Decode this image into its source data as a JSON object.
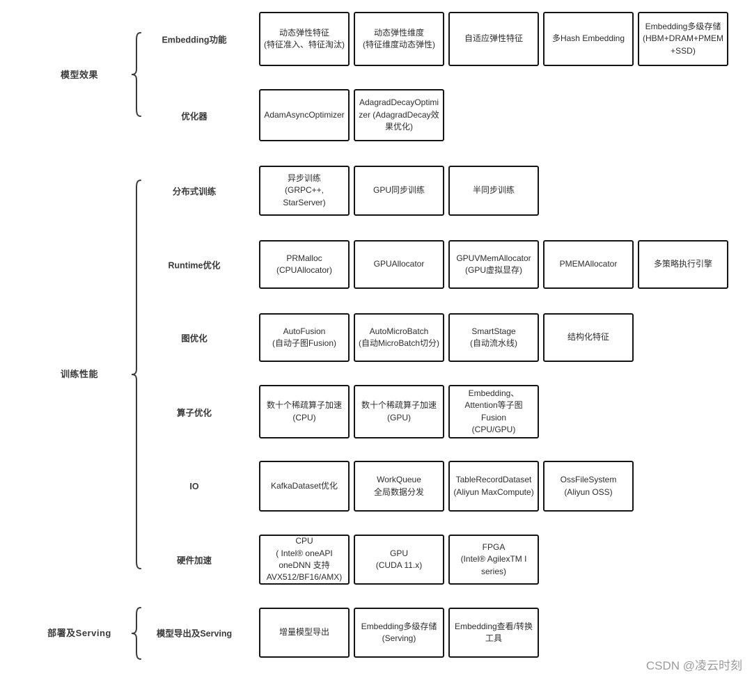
{
  "watermark": "CSDN @凌云时刻",
  "colors": {
    "background": "#ffffff",
    "box_border": "#141414",
    "label_text": "#3a3a3a",
    "box_text": "#2e2e2e",
    "watermark_text": "#9c9c9c"
  },
  "groups": [
    {
      "label": "模型效果",
      "rows": [
        {
          "label": "Embedding功能",
          "boxes": [
            "动态弹性特征\n(特征准入、特征淘汰)",
            "动态弹性维度\n(特征维度动态弹性)",
            "自适应弹性特征",
            "多Hash Embedding",
            "Embedding多级存储\n(HBM+DRAM+PMEM\n+SSD)"
          ]
        },
        {
          "label": "优化器",
          "boxes": [
            "AdamAsyncOptimizer",
            "AdagradDecayOptimizer (AdagradDecay效果优化)"
          ]
        }
      ]
    },
    {
      "label": "训练性能",
      "rows": [
        {
          "label": "分布式训练",
          "boxes": [
            "异步训练\n(GRPC++,\nStarServer)",
            "GPU同步训练",
            "半同步训练"
          ]
        },
        {
          "label": "Runtime优化",
          "boxes": [
            "PRMalloc\n(CPUAllocator)",
            "GPUAllocator",
            "GPUVMemAllocator\n(GPU虚拟显存)",
            "PMEMAllocator",
            "多策略执行引擎"
          ]
        },
        {
          "label": "图优化",
          "boxes": [
            "AutoFusion\n(自动子图Fusion)",
            "AutoMicroBatch\n(自动MicroBatch切分)",
            "SmartStage\n(自动流水线)",
            "结构化特征"
          ]
        },
        {
          "label": "算子优化",
          "boxes": [
            "数十个稀疏算子加速\n(CPU)",
            "数十个稀疏算子加速\n(GPU)",
            "Embedding、\nAttention等子图\nFusion\n(CPU/GPU)"
          ]
        },
        {
          "label": "IO",
          "boxes": [
            "KafkaDataset优化",
            "WorkQueue\n全局数据分发",
            "TableRecordDataset\n(Aliyun MaxCompute)",
            "OssFileSystem\n(Aliyun OSS)"
          ]
        },
        {
          "label": "硬件加速",
          "boxes": [
            "CPU\n( Intel® oneAPI\noneDNN 支持\nAVX512/BF16/AMX)",
            "GPU\n(CUDA 11.x)",
            "FPGA\n(Intel® AgilexTM I\nseries)"
          ]
        }
      ]
    },
    {
      "label": "部署及Serving",
      "rows": [
        {
          "label": "模型导出及Serving",
          "boxes": [
            "增量模型导出",
            "Embedding多级存储\n(Serving)",
            "Embedding查看/转换\n工具"
          ]
        }
      ]
    }
  ]
}
